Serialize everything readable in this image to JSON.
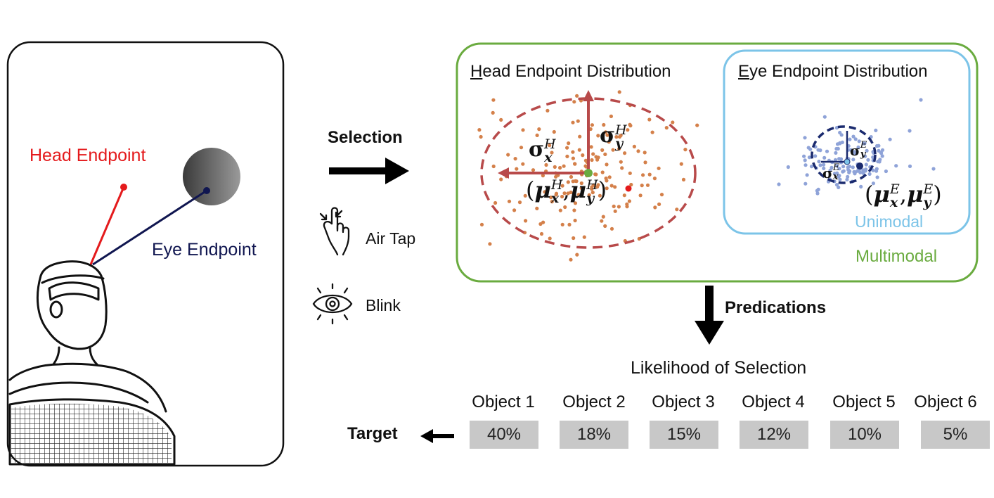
{
  "left_panel": {
    "head_endpoint_label": "Head Endpoint",
    "eye_endpoint_label": "Eye Endpoint",
    "head_color": "#e41a1c",
    "eye_color": "#101650"
  },
  "selection": {
    "label": "Selection",
    "triggers": [
      {
        "label": "Air Tap",
        "icon": "air-tap-hand-icon"
      },
      {
        "label": "Blink",
        "icon": "eye-blink-icon"
      }
    ]
  },
  "multimodal": {
    "label": "Multimodal",
    "border_color": "#6aab3f",
    "head_distribution": {
      "title_initial": "H",
      "title_rest": "ead Endpoint Distribution",
      "sigma_x": {
        "base": "σ",
        "sub": "x",
        "sup": "H"
      },
      "sigma_y": {
        "base": "σ",
        "sub": "y",
        "sup": "H"
      },
      "mu": {
        "open": "(",
        "base": "μ",
        "sub_x": "x",
        "sub_y": "y",
        "sup": "H",
        "sep": ",",
        "close": ")"
      },
      "point_color": "#d4804a",
      "ellipse_color": "#b84a4a"
    },
    "eye_distribution": {
      "title_initial": "E",
      "title_rest": "ye Endpoint Distribution",
      "unimodal_label": "Unimodal",
      "border_color": "#7cc4e8",
      "sigma_x": {
        "base": "σ",
        "sub": "x",
        "sup": "E"
      },
      "sigma_y": {
        "base": "σ",
        "sub": "y",
        "sup": "E"
      },
      "mu": {
        "open": "(",
        "base": "μ",
        "sub_x": "x",
        "sub_y": "y",
        "sup": "E",
        "sep": ",",
        "close": ")"
      },
      "point_color": "#8fa3d8",
      "ellipse_color": "#1a2a6e"
    }
  },
  "predications_label": "Predications",
  "likelihood": {
    "title": "Likelihood of Selection",
    "target_label": "Target",
    "objects": [
      {
        "name": "Object 1",
        "value": "40%"
      },
      {
        "name": "Object 2",
        "value": "18%"
      },
      {
        "name": "Object 3",
        "value": "15%"
      },
      {
        "name": "Object 4",
        "value": "12%"
      },
      {
        "name": "Object 5",
        "value": "10%"
      },
      {
        "name": "Object 6",
        "value": "5%"
      }
    ]
  }
}
